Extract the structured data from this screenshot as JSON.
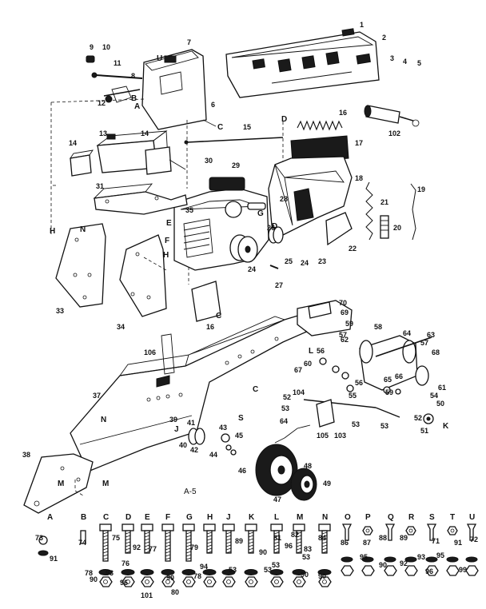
{
  "figure_id": "A-5",
  "callouts": {
    "c1": "1",
    "c2": "2",
    "c3": "3",
    "c4": "4",
    "c5": "5",
    "c6": "6",
    "c7": "7",
    "c8": "8",
    "c9": "9",
    "c10": "10",
    "c11": "11",
    "c12": "12",
    "c13": "13",
    "c14a": "14",
    "c14b": "14",
    "c15": "15",
    "c16": "16",
    "c16b": "16",
    "c17": "17",
    "c18": "18",
    "c19": "19",
    "c20": "20",
    "c21": "21",
    "c22": "22",
    "c23": "23",
    "c24a": "24",
    "c24b": "24",
    "c25": "25",
    "c26": "26",
    "c27": "27",
    "c28": "28",
    "c29": "29",
    "c30": "30",
    "c31": "31",
    "c33": "33",
    "c34": "34",
    "c35": "35",
    "c37": "37",
    "c38": "38",
    "c39": "39",
    "c40": "40",
    "c41": "41",
    "c42": "42",
    "c43": "43",
    "c44": "44",
    "c45": "45",
    "c46": "46",
    "c47": "47",
    "c48": "48",
    "c49": "49",
    "c50": "50",
    "c51": "51",
    "c52a": "52",
    "c52b": "52",
    "c53a": "53",
    "c53b": "53",
    "c53c": "53",
    "c54": "54",
    "c55": "55",
    "c56a": "56",
    "c56b": "56",
    "c57a": "57",
    "c57b": "57",
    "c58": "58",
    "c59a": "59",
    "c59b": "59",
    "c60": "60",
    "c61": "61",
    "c62": "62",
    "c63": "63",
    "c64a": "64",
    "c64b": "64",
    "c65": "65",
    "c66": "66",
    "c67": "67",
    "c68": "68",
    "c69": "69",
    "c70": "70",
    "c102": "102",
    "c103": "103",
    "c104": "104",
    "c105": "105",
    "c106": "106"
  },
  "letters": {
    "U": "U",
    "B": "B",
    "A": "A",
    "E": "E",
    "C1": "C",
    "C2": "C",
    "C3": "C",
    "D1": "D",
    "D2": "D",
    "F": "F",
    "G": "G",
    "H1": "H",
    "H2": "H",
    "N1": "N",
    "N2": "N",
    "J": "J",
    "M1": "M",
    "M2": "M",
    "K": "K",
    "L": "L",
    "S": "S"
  },
  "fastener_row": {
    "letters": [
      "A",
      "B",
      "C",
      "D",
      "E",
      "F",
      "G",
      "H",
      "J",
      "K",
      "L",
      "M",
      "N",
      "O",
      "P",
      "Q",
      "R",
      "S",
      "T",
      "U"
    ],
    "numbers": [
      "73",
      "91",
      "74",
      "75",
      "78",
      "76",
      "90",
      "92",
      "93",
      "77",
      "96",
      "79",
      "90",
      "89",
      "78",
      "90",
      "101",
      "80",
      "96",
      "94",
      "81",
      "53",
      "82",
      "53",
      "83",
      "53",
      "90",
      "84",
      "53",
      "90",
      "86",
      "87",
      "88",
      "89",
      "95",
      "90",
      "92",
      "71",
      "91",
      "72",
      "93",
      "95",
      "96",
      "99"
    ]
  }
}
